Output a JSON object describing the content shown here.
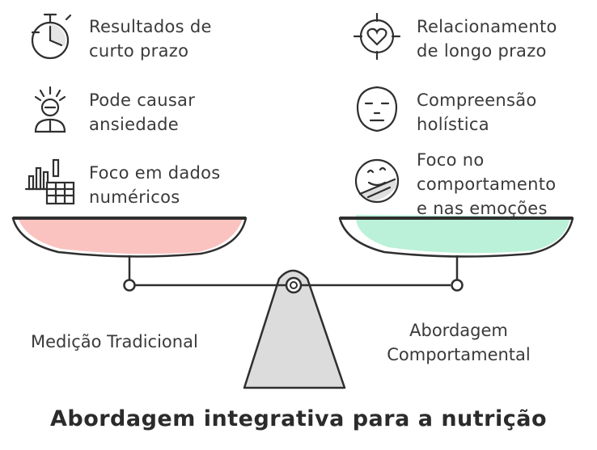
{
  "title": "Abordagem integrativa para a nutrição",
  "left": {
    "label": "Medição Tradicional",
    "pan_color": "#f9b9b5",
    "items": [
      {
        "icon": "stopwatch-icon",
        "line1": "Resultados de",
        "line2": "curto prazo"
      },
      {
        "icon": "anxious-person-icon",
        "line1": "Pode causar",
        "line2": "ansiedade"
      },
      {
        "icon": "chart-table-icon",
        "line1": "Foco em dados",
        "line2": "numéricos"
      }
    ]
  },
  "right": {
    "label_line1": "Abordagem",
    "label_line2": "Comportamental",
    "pan_color": "#b2f0d4",
    "items": [
      {
        "icon": "heart-target-icon",
        "line1": "Relacionamento",
        "line2": "de longo prazo"
      },
      {
        "icon": "face-icon",
        "line1": "Compreensão",
        "line2": "holística"
      },
      {
        "icon": "emotion-face-icon",
        "line1": "Foco no",
        "line2": "comportamento",
        "line3": "e nas emoções"
      }
    ]
  },
  "fulcrum_color": "#dcdcdc",
  "stroke_color": "#2f2f2f"
}
